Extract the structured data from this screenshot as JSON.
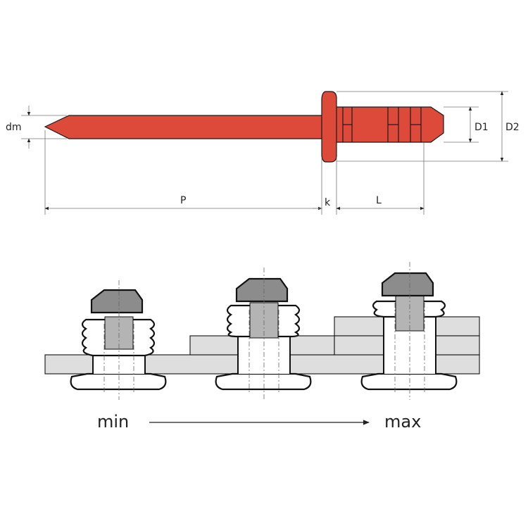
{
  "labels": {
    "dm": "dm",
    "d1": "D1",
    "d2": "D2",
    "p": "P",
    "k": "k",
    "l": "L",
    "min": "min",
    "max": "max"
  },
  "colors": {
    "rivet_body": "#dd4a3a",
    "plate": "#dedede",
    "mandrel_head": "#8c8c8c"
  }
}
